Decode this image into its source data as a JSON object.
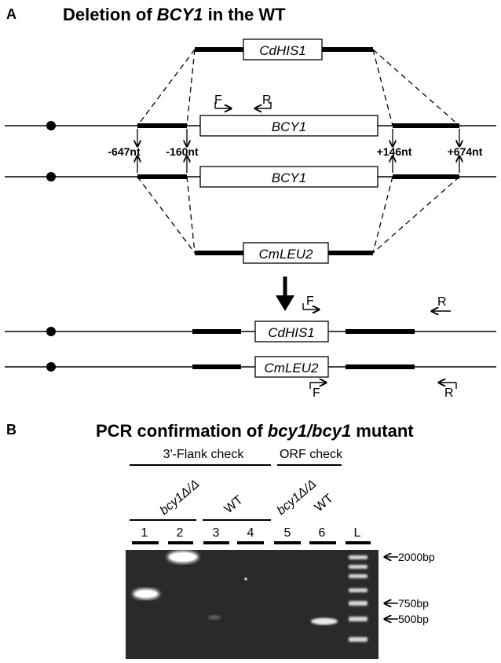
{
  "panelA": {
    "label": "A",
    "title_prefix": "Deletion of ",
    "title_gene": "BCY1",
    "title_suffix": " in the WT",
    "markers": {
      "cdhis1": "CdHIS1",
      "cmleu2": "CmLEU2",
      "bcy1": "BCY1"
    },
    "positions": [
      "-647nt",
      "-160nt",
      "+146nt",
      "+674nt"
    ],
    "primers": {
      "forward": "F",
      "reverse": "R"
    }
  },
  "panelB": {
    "label": "B",
    "title_prefix": "PCR confirmation of ",
    "title_gene": "bcy1/bcy1",
    "title_suffix": " mutant",
    "groups": [
      "3'-Flank check",
      "ORF check"
    ],
    "genotypes": {
      "mutant": "bcy1Δ/Δ",
      "wt": "WT"
    },
    "lanes": [
      "1",
      "2",
      "3",
      "4",
      "5",
      "6",
      "L"
    ],
    "ladder": [
      "2000bp",
      "750bp",
      "500bp"
    ]
  },
  "colors": {
    "ink": "#000000",
    "gel": "#2a2a2a",
    "band": "#f4f4f4"
  }
}
